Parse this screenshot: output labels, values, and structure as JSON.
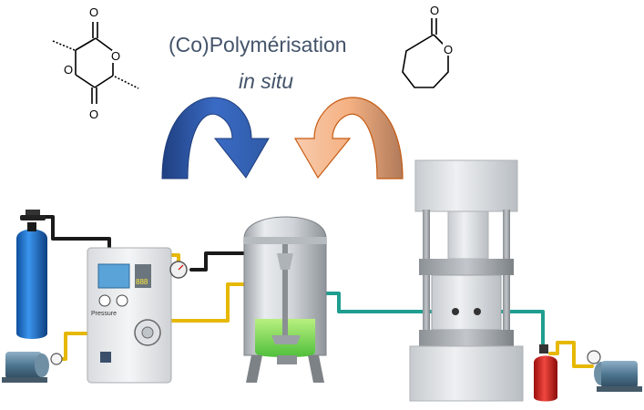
{
  "caption": {
    "line1": "(Co)Polymérisation",
    "line2": "in situ"
  },
  "lactide_atoms": {
    "o_top": "O",
    "o_left": "O",
    "o_right": "O",
    "o_bottom": "O"
  },
  "caprolactone_atoms": {
    "o_carbonyl": "O",
    "o_ring": "O"
  },
  "control_panel": {
    "screen_text": "888",
    "panel_label": "Pressure"
  },
  "colors": {
    "blue_arrow": "#2f5597",
    "orange_arrow": "#ed7d31",
    "text": "#44546a",
    "gas_line": "#1a1a1a",
    "co2_line": "#e6b800",
    "melt_line": "#1f9e8f",
    "cylinder_blue": "#1f6fc7",
    "reactor_liquid": "#7ed957",
    "cylinder_red": "#d9211c"
  }
}
